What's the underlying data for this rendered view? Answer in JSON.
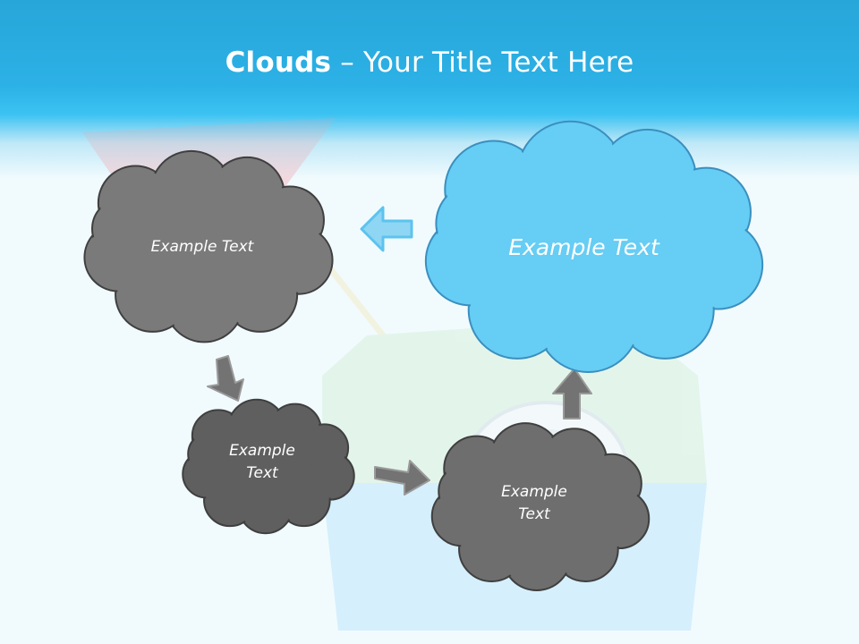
{
  "slide": {
    "title_bold": "Clouds",
    "title_dash": " – ",
    "title_rest": "Your Title Text Here"
  },
  "clouds": [
    {
      "id": "top-left",
      "text": "Example Text",
      "color": "#7a7a7a"
    },
    {
      "id": "top-right",
      "text": "Example Text",
      "color": "#66cdf4"
    },
    {
      "id": "middle-left",
      "text": "Example Text",
      "color": "#5f5f5f"
    },
    {
      "id": "bottom-right",
      "text": "Example Text",
      "color": "#6e6e6e"
    }
  ],
  "colors": {
    "header": "#2cb1e6",
    "cloud_gray_outline": "#3f3f3f",
    "cloud_blue_outline": "#3a8fbf",
    "arrow_blue": "#5cc3ee",
    "arrow_gray": "#6b6b6b"
  }
}
